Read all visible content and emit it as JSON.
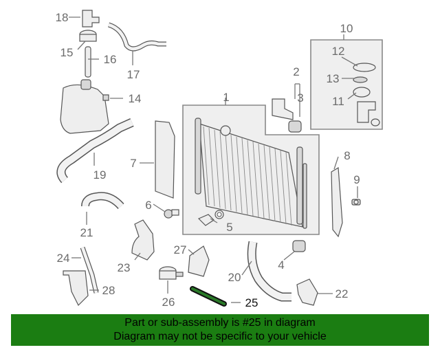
{
  "diagram": {
    "callouts": [
      "1",
      "2",
      "3",
      "4",
      "5",
      "6",
      "7",
      "8",
      "9",
      "10",
      "11",
      "12",
      "13",
      "14",
      "15",
      "16",
      "17",
      "18",
      "19",
      "20",
      "21",
      "22",
      "23",
      "24",
      "25",
      "26",
      "27",
      "28"
    ],
    "highlighted_callout": "25"
  },
  "banner": {
    "line1": "Part or sub-assembly is #25 in diagram",
    "line2": "Diagram may not be specific to your vehicle",
    "background_color": "#1b7d12",
    "text_color": "#000000"
  }
}
